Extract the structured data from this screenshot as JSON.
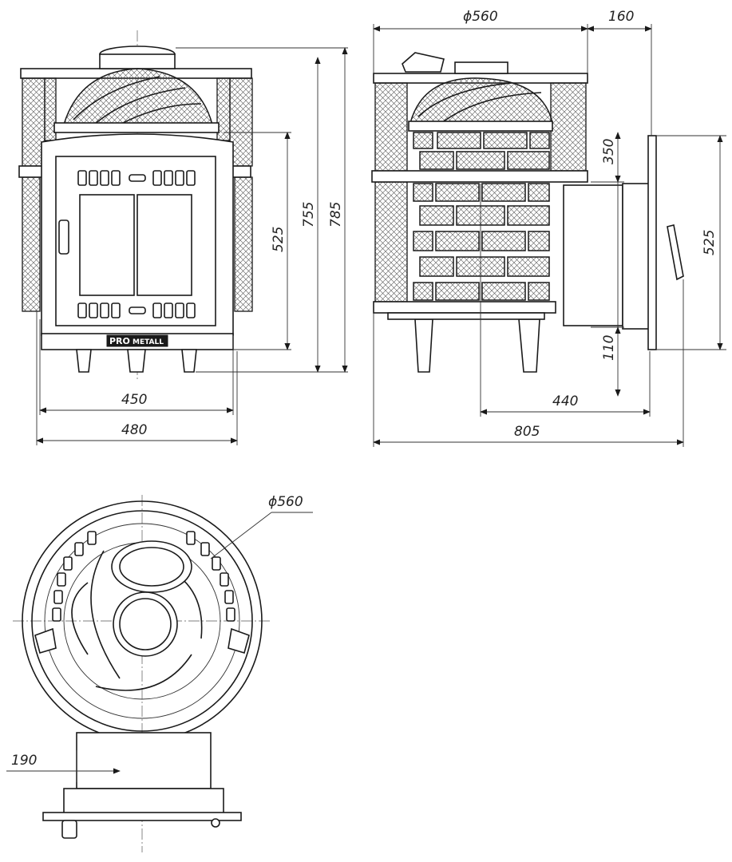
{
  "drawing": {
    "front_view": {
      "dims": {
        "width_inner": "450",
        "width_outer": "480",
        "height_door": "525",
        "height_mid": "755",
        "height_total": "785"
      },
      "logo": {
        "left": "PRO",
        "right": "METALL"
      }
    },
    "side_view": {
      "dims": {
        "diameter": "ϕ560",
        "offset_top": "160",
        "height_upper": "350",
        "height_door": "525",
        "height_bottom": "110",
        "depth_tunnel": "440",
        "depth_total": "805"
      }
    },
    "top_view": {
      "dims": {
        "diameter": "ϕ560",
        "offset_door": "190"
      }
    }
  }
}
